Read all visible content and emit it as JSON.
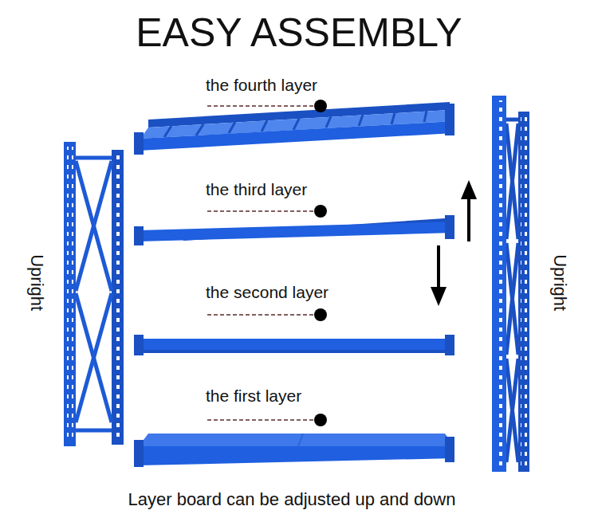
{
  "diagram": {
    "title": "EASY ASSEMBLY",
    "caption": "Layer board can be adjusted up and down",
    "labels": [
      "the fourth layer",
      "the third layer",
      "the second layer",
      "the first layer",
      "Upright",
      "Upright"
    ]
  }
}
